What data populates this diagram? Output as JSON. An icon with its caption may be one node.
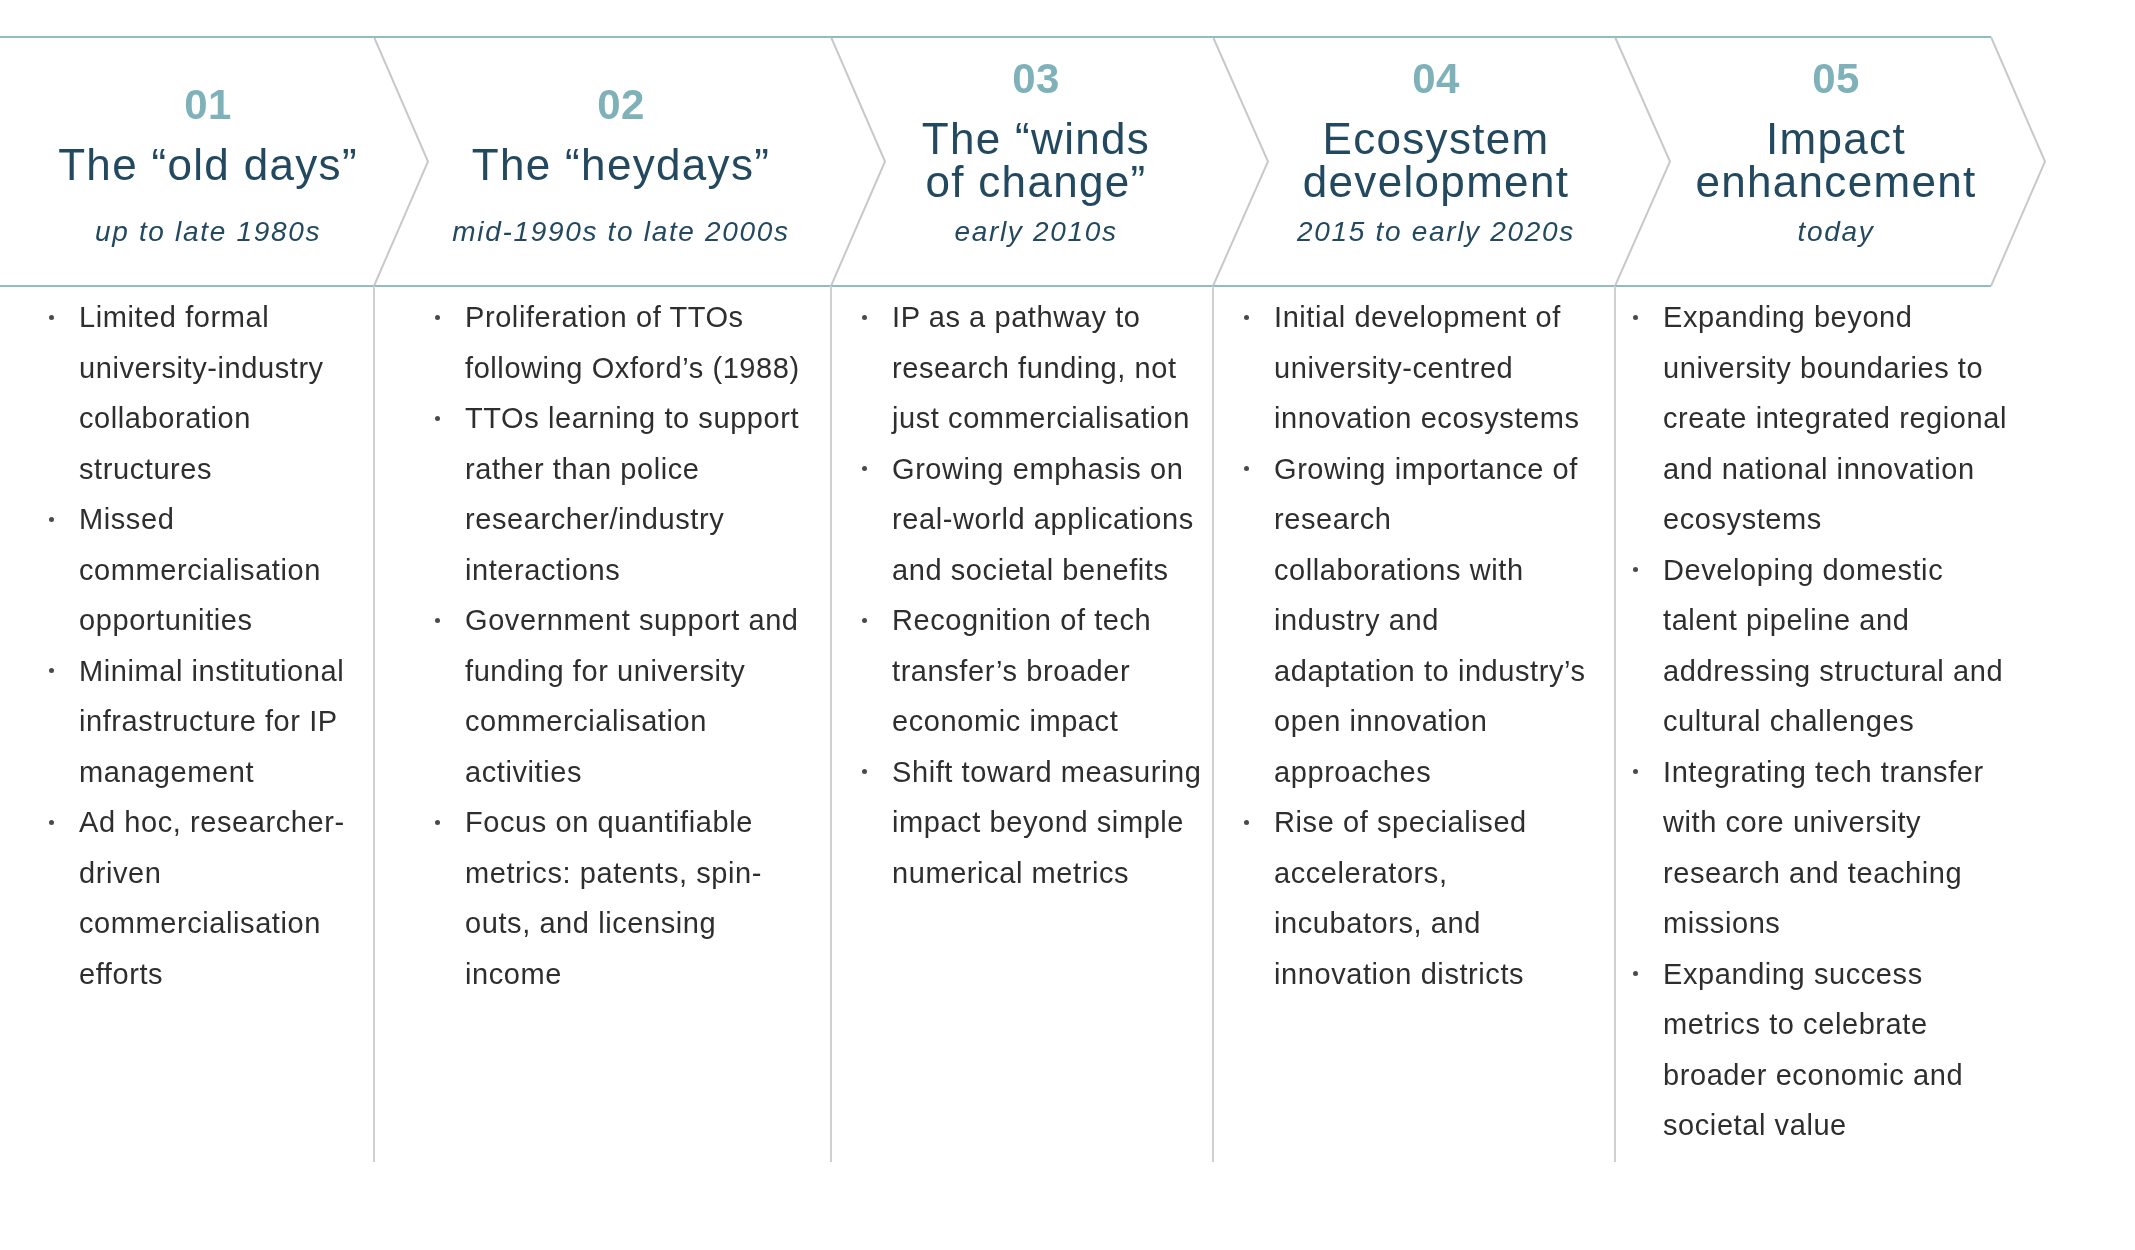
{
  "diagram": {
    "nodes": [
      {
        "text": [
          "01",
          "The “old days”",
          "up to late 1980s"
        ],
        "beside": [
          "Limited formal university-industry collaboration structures",
          "Missed commercialisation opportunities",
          "Minimal institutional infrastructure for IP management",
          "Ad hoc, researcher-driven commercialisation efforts"
        ]
      },
      {
        "text": [
          "02",
          "The “heydays”",
          "mid-1990s to late 2000s"
        ],
        "beside": [
          "Proliferation of TTOs following Oxford’s (1988)",
          "TTOs learning to support rather than police researcher/industry interactions",
          "Government support and funding for university commercialisation activities",
          "Focus on quantifiable metrics: patents, spin-outs, and licensing income"
        ]
      },
      {
        "text": [
          "03",
          "The “winds of change”",
          "early 2010s"
        ],
        "beside": [
          "IP as a pathway to research funding, not just commercialisation",
          "Growing emphasis on real-world applications and societal benefits",
          "Recognition of tech transfer’s broader economic impact",
          "Shift toward measuring impact beyond simple numerical metrics"
        ]
      },
      {
        "text": [
          "04",
          "Ecosystem development",
          "2015 to early 2020s"
        ],
        "beside": [
          "Initial development of university-centred innovation ecosystems",
          "Growing importance of research collaborations with industry and adaptation to industry’s open innovation approaches",
          "Rise of specialised accelerators, incubators, and innovation districts"
        ]
      },
      {
        "text": [
          "05",
          "Impact enhancement",
          "today"
        ],
        "beside": [
          "Expanding beyond university boundaries to create integrated regional and national innovation ecosystems",
          "Developing domestic talent pipeline and addressing structural and cultural challenges",
          "Integrating tech transfer with core university research and teaching missions",
          "Expanding success metrics to celebrate broader economic and societal value"
        ]
      }
    ]
  }
}
